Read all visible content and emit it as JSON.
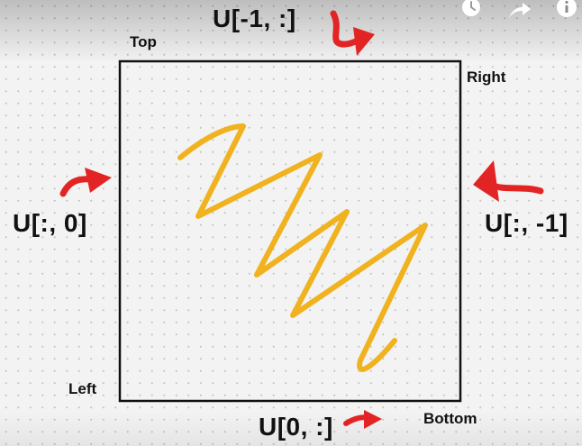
{
  "labels": {
    "top": "Top",
    "right": "Right",
    "left": "Left",
    "bottom": "Bottom",
    "u_top": "U[-1, :]",
    "u_left": "U[:, 0]",
    "u_right": "U[:, -1]",
    "u_bottom": "U[0, :]"
  },
  "colors": {
    "box_stroke": "#111111",
    "arrow": "#e32424",
    "squiggle": "#f0b21e"
  },
  "player_controls": [
    "watch-later-icon",
    "share-icon",
    "info-icon"
  ]
}
